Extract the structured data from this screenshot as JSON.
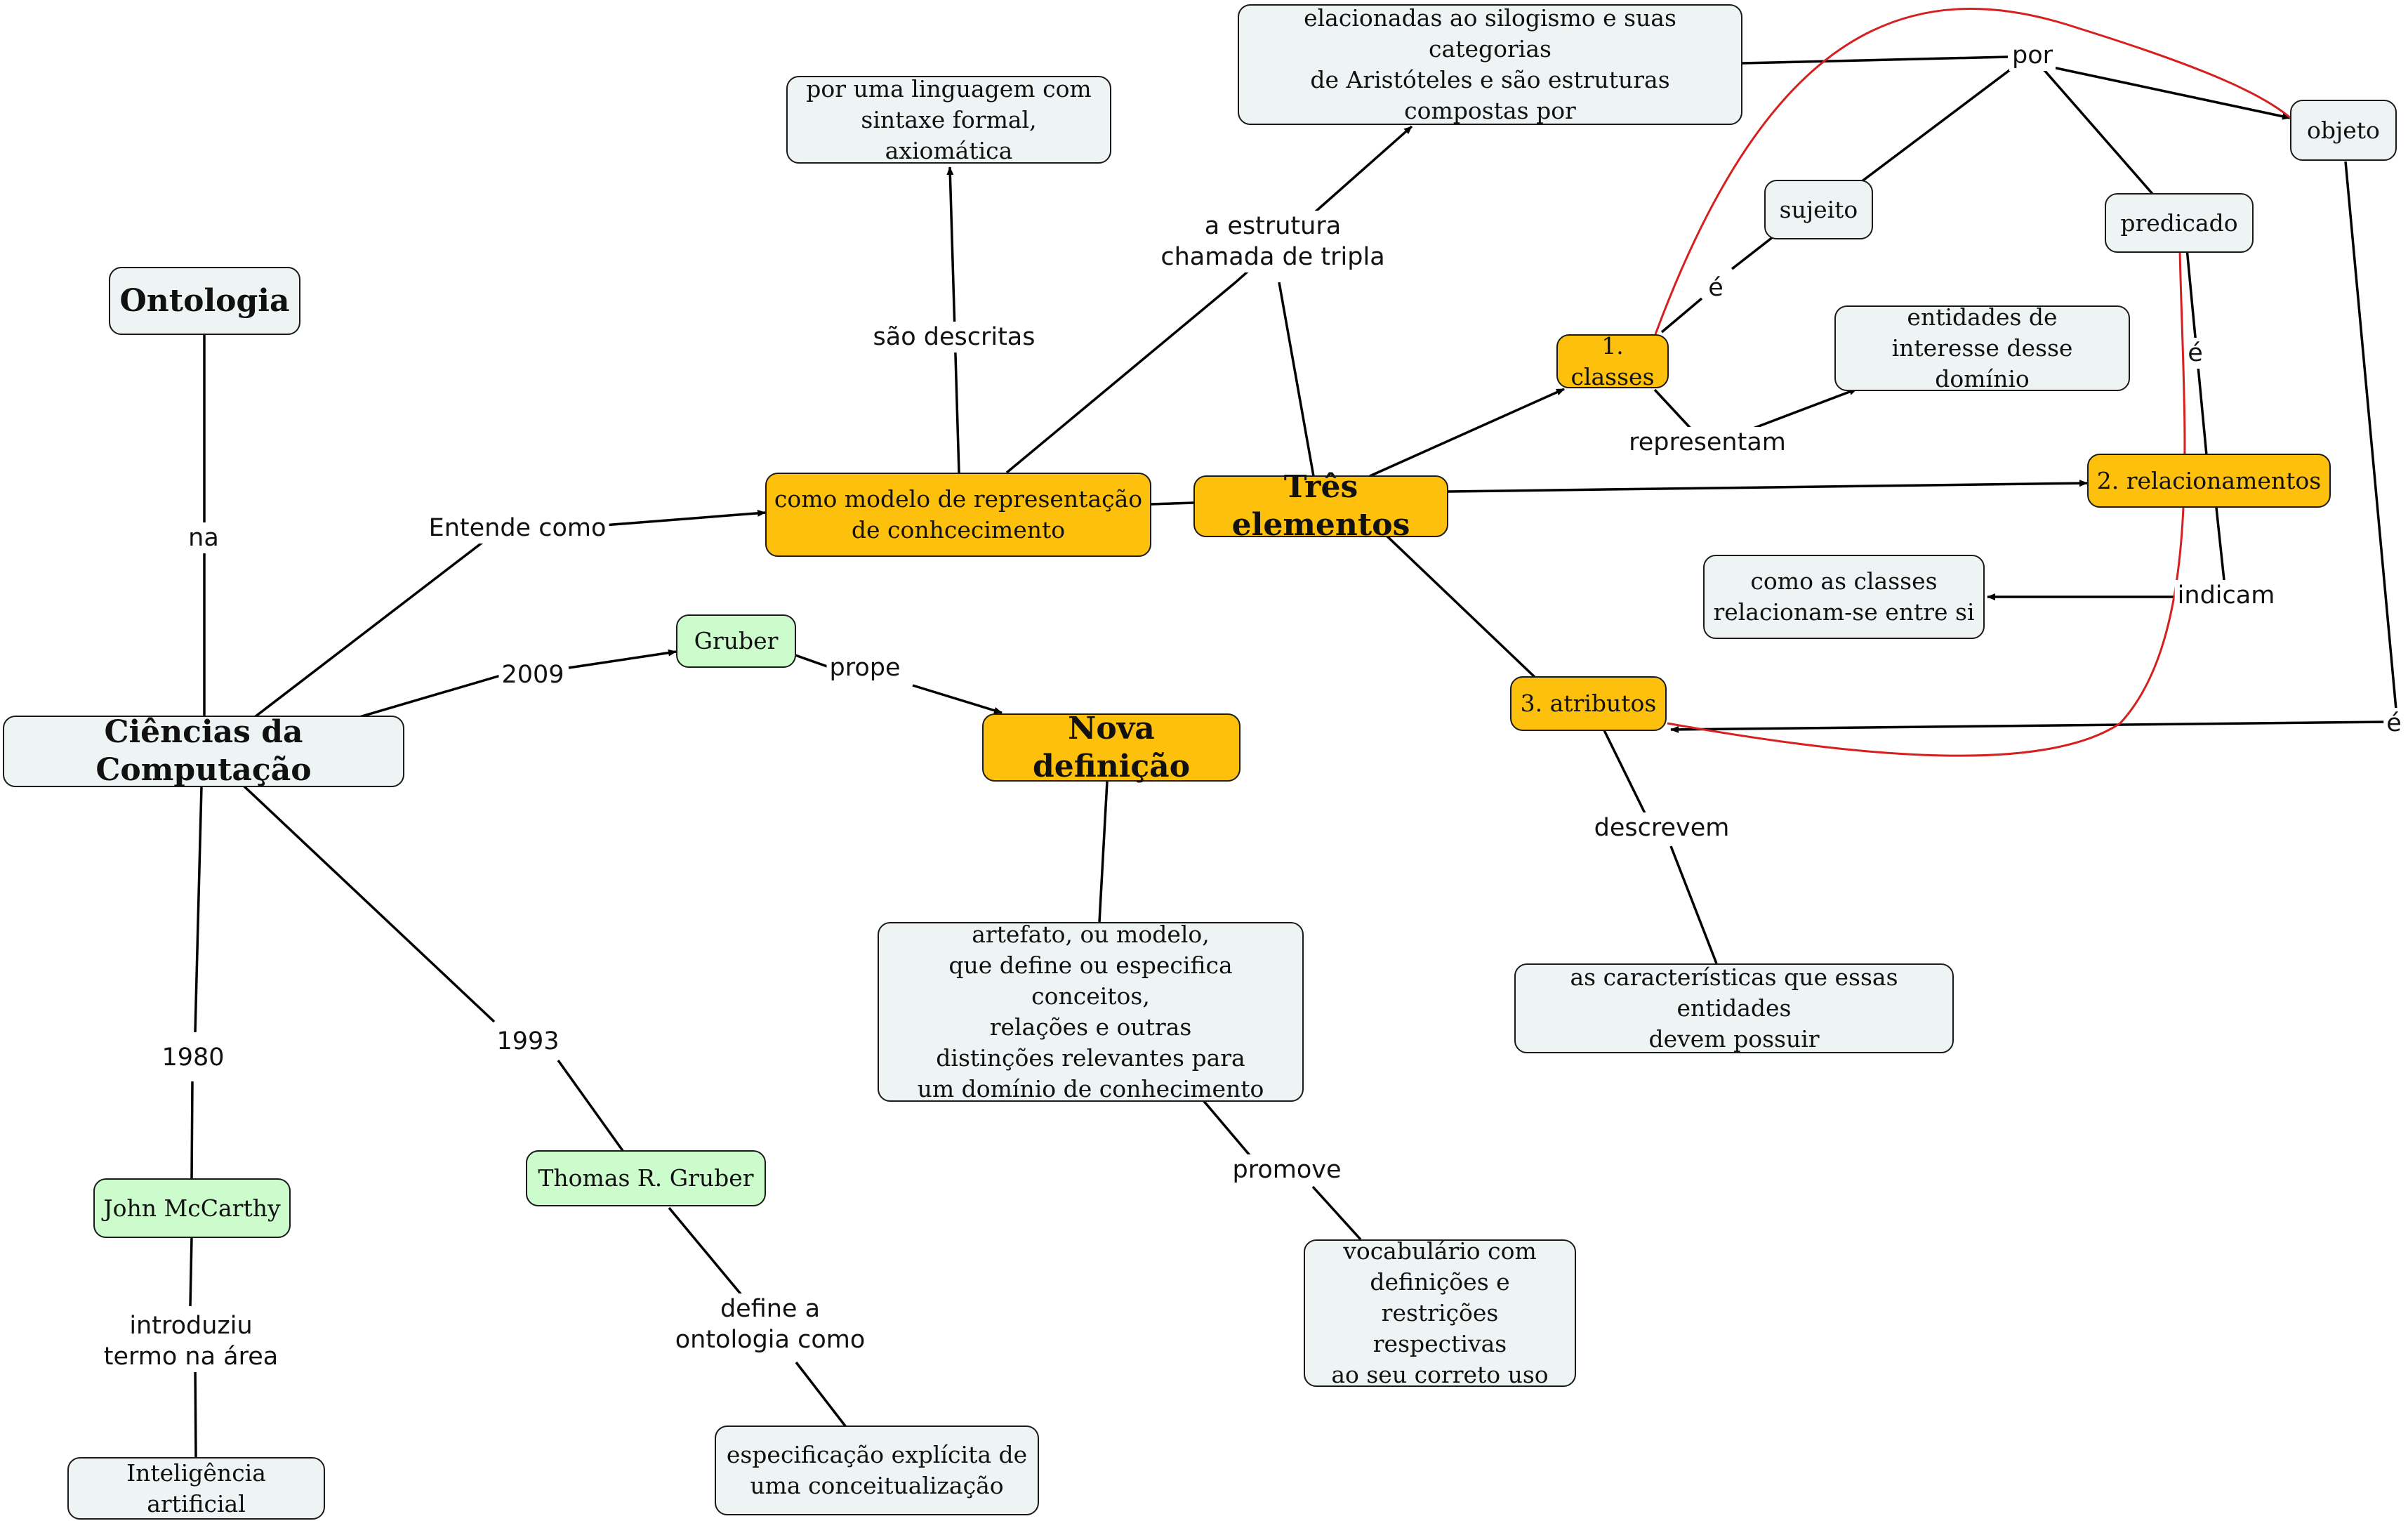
{
  "nodes": {
    "ontologia": "Ontologia",
    "ciencias": "Ciências da Computação",
    "modelo": "como modelo de representação\nde conhcecimento",
    "linguagem": "por uma linguagem com\nsintaxe formal, axiomática",
    "aristoteles": "elacionadas ao silogismo  e suas categorias\nde Aristóteles e são estruturas\ncompostas por",
    "tres": "Três elementos",
    "classes": "1. classes",
    "entidades": "entidades de\ninteresse desse domínio",
    "relacionamentos": "2. relacionamentos",
    "comoclasses": "como as classes\nrelacionam-se entre si",
    "atributos": "3. atributos",
    "caracteristicas": "as características que essas entidades\ndevem possuir",
    "sujeito": "sujeito",
    "predicado": "predicado",
    "objeto": "objeto",
    "gruber": "Gruber",
    "nova": "Nova definição",
    "artefato": "artefato, ou modelo,\nque define ou especifica conceitos,\nrelações e outras\ndistinções relevantes para\num domínio de conhecimento",
    "vocabulario": "vocabulário com\ndefinições e\nrestrições respectivas\nao seu correto uso",
    "mccarthy": "John McCarthy",
    "ia": "Inteligência artificial",
    "thomas": "Thomas R. Gruber",
    "especificacao": "especificação explícita de\numa conceitualização"
  },
  "labels": {
    "na": "na",
    "entende": "Entende  como",
    "descritas": "são descritas",
    "estrutura": "a  estrutura\nchamada de tripla",
    "por": "por",
    "e_sujeito": "é",
    "e_predicado": "é",
    "e_objeto": "é",
    "representam": "representam",
    "indicam": "indicam",
    "descrevem": "descrevem",
    "ano2009": "2009",
    "prope": "prope",
    "promove": "promove",
    "ano1980": "1980",
    "ano1993": "1993",
    "introduziu": "introduziu\ntermo na área",
    "define": "define a\nontologia como"
  },
  "colors": {
    "node_gray": "#eef3f4",
    "node_orange": "#fdc10d",
    "node_green": "#ccfccc",
    "edge": "#000000",
    "highlight_curve": "#d62020"
  }
}
